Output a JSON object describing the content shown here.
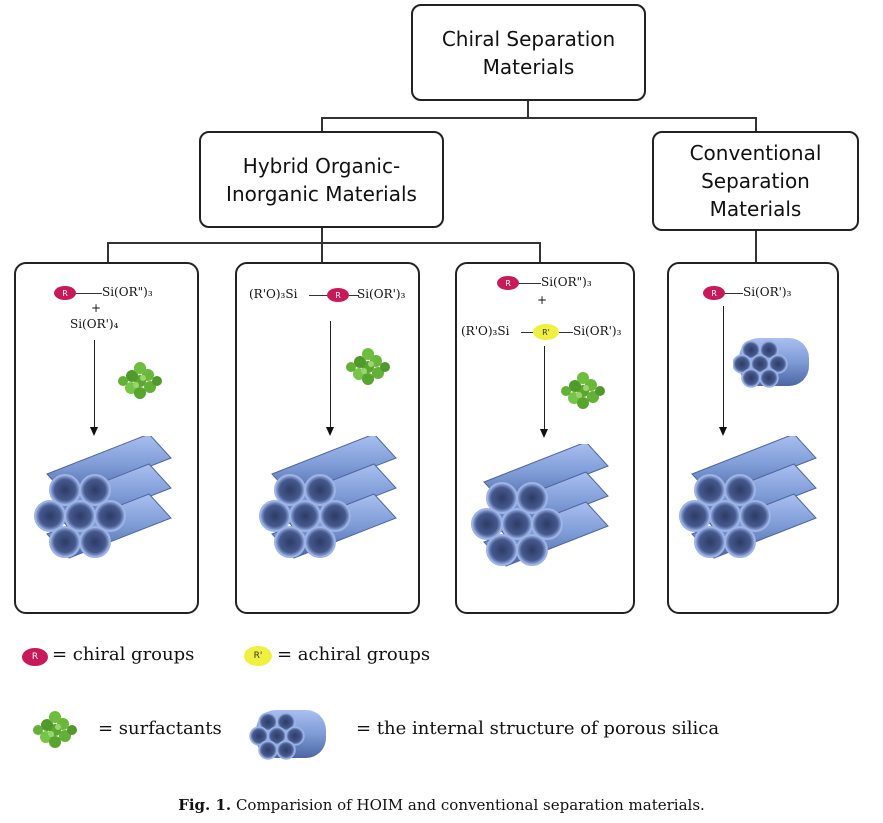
{
  "nodes": {
    "root": {
      "line1": "Chiral Separation",
      "line2": "Materials"
    },
    "hoim": {
      "line1": "Hybrid Organic-",
      "line2": "Inorganic Materials"
    },
    "conventional": {
      "line1": "Conventional",
      "line2": "Separation",
      "line3": "Materials"
    }
  },
  "panels": {
    "p1": {
      "r_label": "R",
      "top_formula": "Si(OR\")₃",
      "plus": "+",
      "second_formula": "Si(OR')₄"
    },
    "p2": {
      "left_formula": "(R'O)₃Si",
      "r_label": "R",
      "right_formula": "Si(OR')₃"
    },
    "p3": {
      "r_label": "R",
      "top_formula": "Si(OR\")₃",
      "plus": "+",
      "left_formula": "(R'O)₃Si",
      "r2_label": "R'",
      "right_formula": "Si(OR')₃"
    },
    "p4": {
      "r_label": "R",
      "top_formula": "Si(OR')₃"
    }
  },
  "legend": {
    "chiral_dot": "R",
    "chiral_text": "= chiral groups",
    "achiral_dot": "R'",
    "achiral_text": "= achiral groups",
    "surfactants_text": "= surfactants",
    "silica_text": "= the internal structure of porous silica"
  },
  "caption": {
    "label": "Fig. 1.",
    "text": "Comparision of HOIM and conventional separation materials."
  },
  "colors": {
    "chiral": "#c8195a",
    "achiral": "#f0f040",
    "surfactant": "#6ab83a",
    "silica": "#7e9bd6"
  }
}
